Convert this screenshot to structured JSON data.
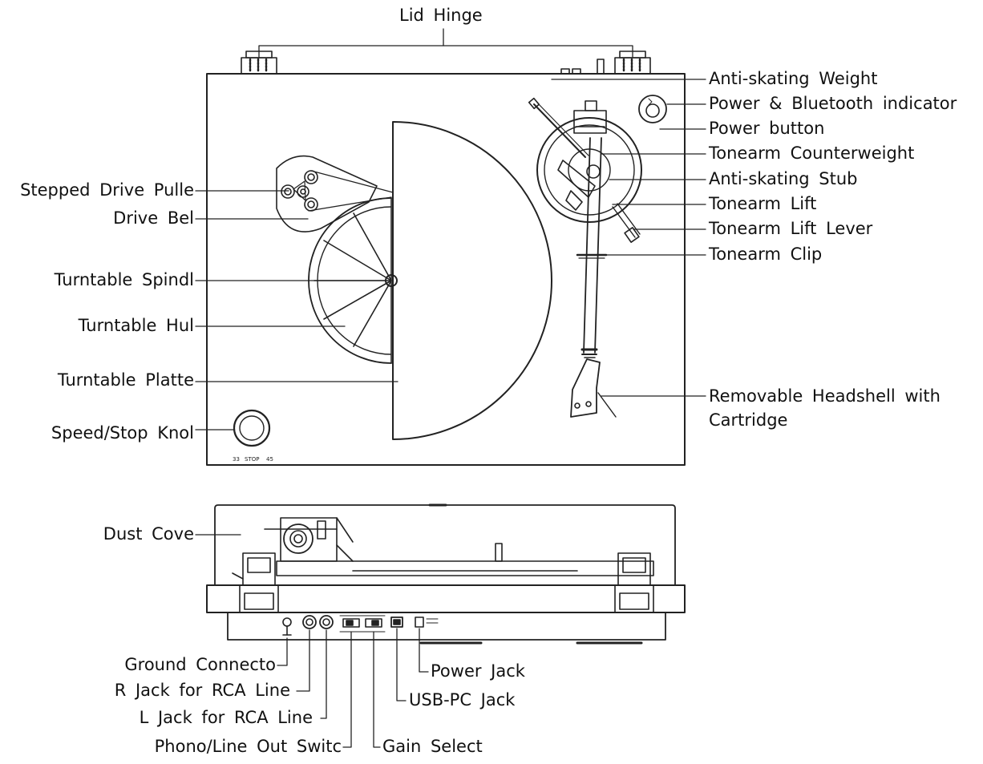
{
  "diagram": {
    "top_labels": {
      "lid_hinge": "Lid Hinge",
      "anti_skating_weight": "Anti-skating Weight",
      "power_bt_indicator": "Power & Bluetooth indicator",
      "power_button": "Power button",
      "tonearm_counterweight": "Tonearm Counterweight",
      "anti_skating_stub": "Anti-skating Stub",
      "tonearm_lift": "Tonearm Lift",
      "tonearm_lift_lever": "Tonearm Lift Lever",
      "tonearm_clip": "Tonearm Clip",
      "removable_headshell": "Removable Headshell with Cartridge",
      "stepped_drive_pulley": "Stepped Drive Pulle",
      "drive_belt": "Drive Bel",
      "turntable_spindle": "Turntable Spindl",
      "turntable_hub": "Turntable Hul",
      "turntable_platter": "Turntable Platte",
      "speed_stop_knob": "Speed/Stop Knol"
    },
    "knob_marks": {
      "speed_33": "33",
      "stop": "STOP",
      "speed_45": "45"
    },
    "rear_labels": {
      "dust_cover": "Dust Cove",
      "ground_connector": "Ground Connecto",
      "r_jack": "R Jack for RCA Line",
      "l_jack": "L Jack for RCA Line",
      "phono_line_switch": "Phono/Line Out Switc",
      "power_jack": "Power Jack",
      "usb_pc_jack": "USB-PC Jack",
      "gain_select": "Gain Select"
    },
    "colors": {
      "line": "#222222",
      "background": "#ffffff"
    }
  }
}
